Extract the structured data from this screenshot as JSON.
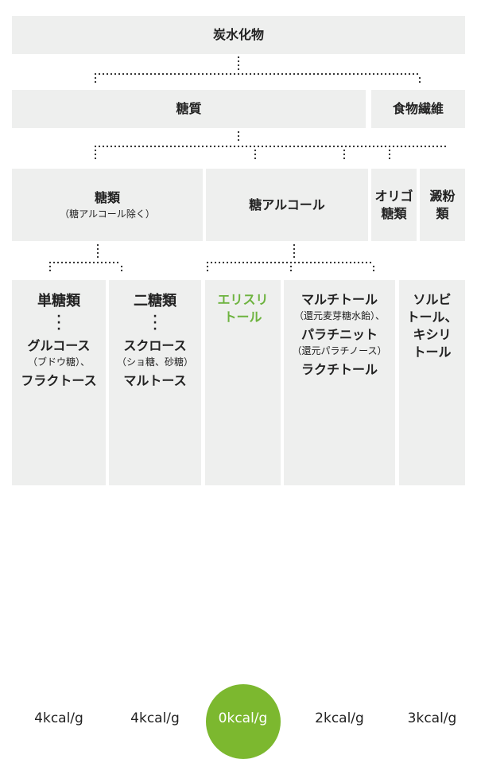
{
  "root": "炭水化物",
  "level2": [
    "糖質",
    "食物繊維"
  ],
  "level3": {
    "sugars": {
      "label": "糖類",
      "note": "（糖アルコール除く）"
    },
    "sugar_alcohol": "糖アルコール",
    "oligo": [
      "オリゴ",
      "糖類"
    ],
    "starch": [
      "澱粉",
      "類"
    ]
  },
  "level4": [
    {
      "title": "単糖類",
      "items": [
        "グルコース",
        "（ブドウ糖）、",
        "フラクトース"
      ],
      "kcal": "4kcal/g"
    },
    {
      "title": "二糖類",
      "items": [
        "スクロース",
        "（ショ糖、砂糖）",
        "マルトース"
      ],
      "kcal": "4kcal/g"
    },
    {
      "title": [
        "エリスリ",
        "トール"
      ],
      "kcal": "0kcal/g"
    },
    {
      "items": [
        "マルチトール",
        "（還元麦芽糖水飴）、",
        "パラチニット",
        "（還元パラチノース）",
        "ラクチトール"
      ],
      "kcal": "2kcal/g"
    },
    {
      "items": [
        "ソルビ",
        "トール、",
        "キシリ",
        "トール"
      ],
      "kcal": "3kcal/g"
    }
  ],
  "colors": {
    "box": "#eeefee",
    "accent": "#7cb82f",
    "accent_text": "#6db33f"
  }
}
